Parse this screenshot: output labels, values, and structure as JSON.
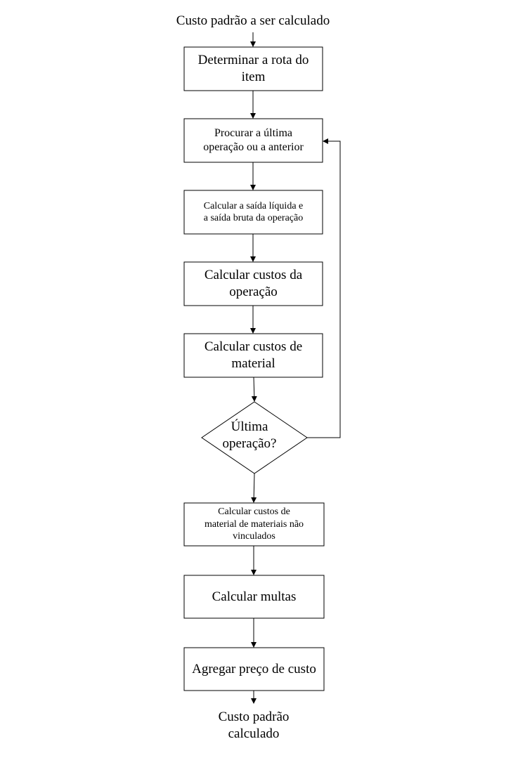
{
  "diagram": {
    "start_label": "Custo padrão  a ser calculado",
    "steps": [
      "Determinar  a rota do\nitem",
      "Procurar a última\noperação ou a anterior",
      "Calcular a saída líquida e\na saída bruta da operação",
      "Calcular custos da\noperação",
      "Calcular custos de\nmaterial"
    ],
    "decision": "Última\noperação?",
    "steps_after": [
      "Calcular custos de\nmaterial de materiais não\nvinculados",
      "Calcular multas",
      "Agregar  preço de custo"
    ],
    "end_label": "Custo padrão\ncalculado"
  }
}
